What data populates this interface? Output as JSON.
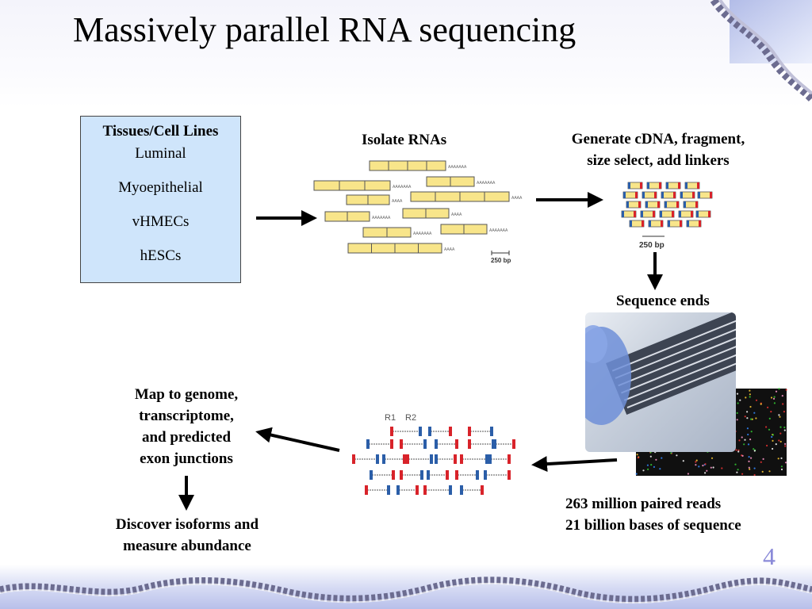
{
  "title": "Massively parallel RNA sequencing",
  "tissues": {
    "heading": "Tissues/Cell Lines",
    "items": [
      "Luminal",
      "Myoepithelial",
      "vHMECs",
      "hESCs"
    ]
  },
  "steps": {
    "isolate": "Isolate RNAs",
    "generate_line1": "Generate cDNA, fragment,",
    "generate_line2": "size select, add linkers",
    "sequence": "Sequence ends",
    "map_line1": "Map to genome,",
    "map_line2": "transcriptome,",
    "map_line3": "and predicted",
    "map_line4": "exon junctions",
    "discover_line1": "Discover isoforms and",
    "discover_line2": "measure abundance"
  },
  "stats": {
    "reads": "263 million paired reads",
    "bases": "21 billion bases of sequence"
  },
  "scale_labels": {
    "rna": "250 bp",
    "cdna": "250 bp"
  },
  "poly_a": [
    "AAAAAAA",
    "AAAAAAA",
    "AAAAAAA",
    "AAAA",
    "AAAA",
    "AAAAAAA",
    "AAAA",
    "AAAAAAA",
    "AAAAAAA",
    "AAAA"
  ],
  "read_labels": {
    "r1": "R1",
    "r2": "R2"
  },
  "page_number": "4",
  "colors": {
    "box_fill": "#cfe5fb",
    "rna_fill": "#f8e58a",
    "read_red": "#d8232a",
    "read_blue": "#2b5ea8",
    "page_number": "#8a8ad8"
  }
}
